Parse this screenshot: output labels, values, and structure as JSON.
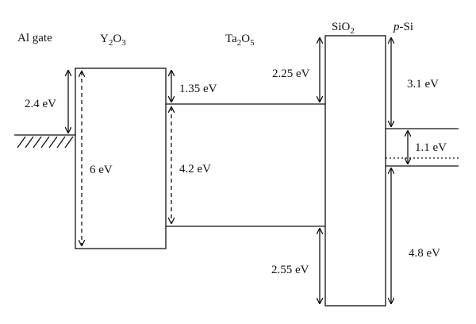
{
  "labels": {
    "al_gate": "Al gate",
    "y2o3": {
      "base1": "Y",
      "sub1": "2",
      "base2": "O",
      "sub2": "3"
    },
    "ta2o5": {
      "base1": "Ta",
      "sub1": "2",
      "base2": "O",
      "sub2": "5"
    },
    "sio2": {
      "base1": "SiO",
      "sub1": "2"
    },
    "psi": {
      "italic": "p",
      "rest": "-Si"
    }
  },
  "energies": {
    "al_y2o3_offset": "2.4 eV",
    "y2o3_gap": "6 eV",
    "y2o3_ta2o5_cb_offset": "1.35 eV",
    "ta2o5_gap": "4.2 eV",
    "ta2o5_sio2_cb_offset": "2.25 eV",
    "ta2o5_sio2_vb_offset": "2.55 eV",
    "sio2_si_cb_offset": "3.1 eV",
    "si_gap": "1.1 eV",
    "sio2_si_vb_offset": "4.8 eV"
  }
}
